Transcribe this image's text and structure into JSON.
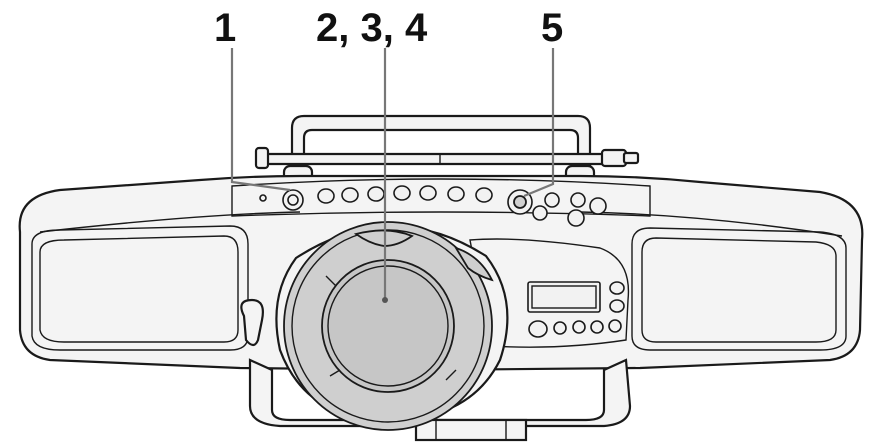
{
  "callouts": {
    "label_1": "1",
    "label_234": "2, 3, 4",
    "label_5": "5"
  },
  "colors": {
    "outline": "#1a1a1a",
    "body_fill": "#f4f4f4",
    "lid_grey": "#cfcfcf",
    "leader_line": "#777777"
  }
}
